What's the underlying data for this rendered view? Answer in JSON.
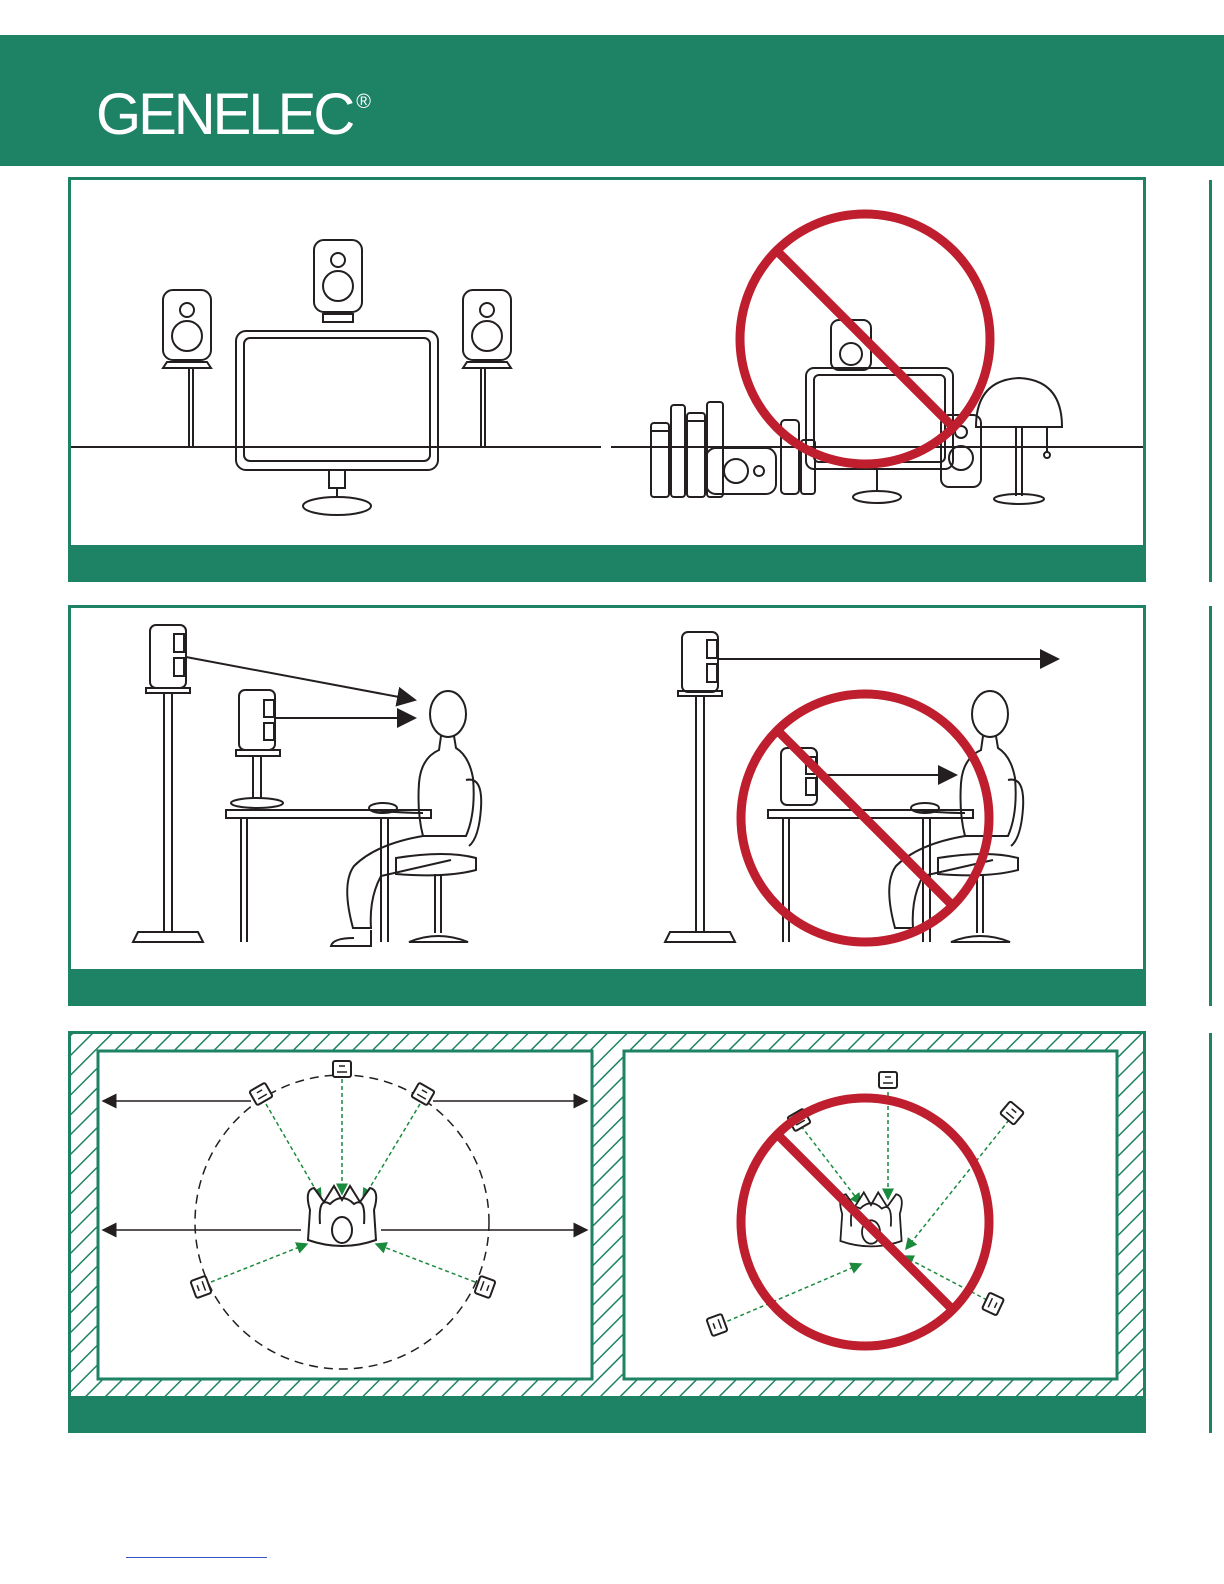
{
  "brand": {
    "name": "GENELEC",
    "registered_mark": "®",
    "colors": {
      "brand_green": "#1e8265",
      "prohibition_red": "#be1e2d",
      "line": "#231f20",
      "arrow_green": "#1a8a3c"
    }
  },
  "panels": [
    {
      "topic": "speaker-placement-on-stands-vs-cluttered-desk",
      "left_scene": "correct",
      "right_scene": "incorrect",
      "icons": [
        "speaker-icon",
        "monitor-icon",
        "books-icon",
        "lamp-icon",
        "prohibition-icon"
      ]
    },
    {
      "topic": "tweeter-aiming-at-listener-ear-height",
      "left_scene": "correct",
      "right_scene": "incorrect",
      "icons": [
        "speaker-icon",
        "listener-icon",
        "desk-icon",
        "chair-icon",
        "prohibition-icon"
      ]
    },
    {
      "topic": "symmetric-surround-layout-in-room",
      "left_scene": "correct",
      "right_scene": "incorrect",
      "icons": [
        "speaker-icon",
        "seat-icon",
        "room-wall-icon",
        "prohibition-icon"
      ]
    }
  ]
}
